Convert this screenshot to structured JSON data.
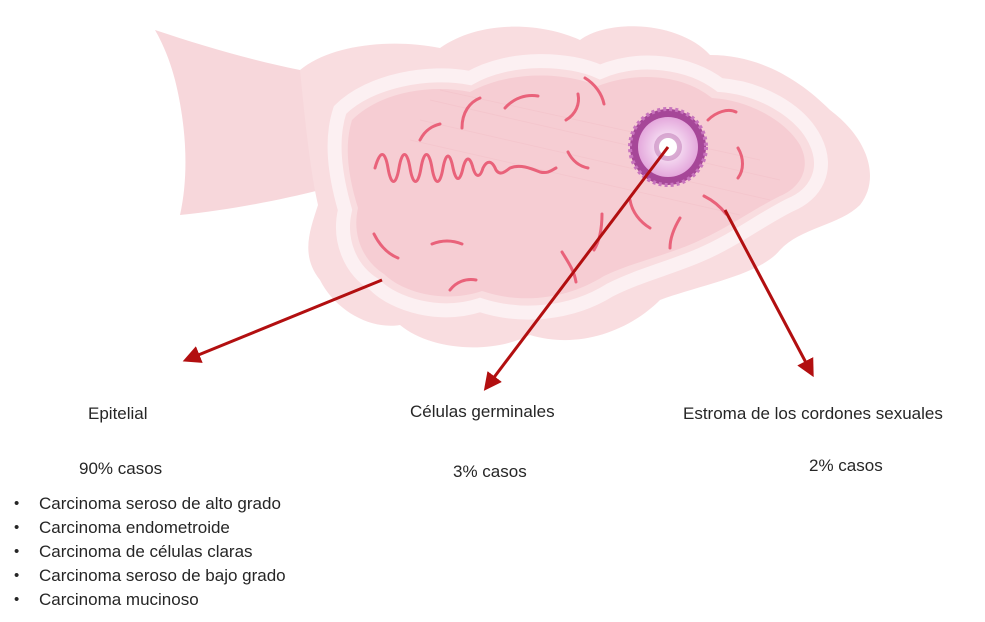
{
  "categories": [
    {
      "id": "epitelial",
      "title": "Epitelial",
      "frequency": "90% casos"
    },
    {
      "id": "germinales",
      "title": "Células germinales",
      "frequency": "3% casos"
    },
    {
      "id": "estroma",
      "title": "Estroma de los cordones sexuales",
      "frequency": "2% casos"
    }
  ],
  "epithelial_subtypes": [
    "Carcinoma seroso de alto grado",
    "Carcinoma endometroide",
    "Carcinoma de células claras",
    "Carcinoma seroso de bajo grado",
    "Carcinoma mucinoso"
  ],
  "colors": {
    "ovary_fill": "#f9dde0",
    "ovary_inner": "#f6cdd3",
    "cortex_band": "#fbeef0",
    "follicle_marks": "#e9627a",
    "oocyte_ring": "#b0479a",
    "arrow": "#b20f10"
  },
  "icons": [
    "ovary-illustration",
    "follicle-icon",
    "arrow-icon"
  ]
}
